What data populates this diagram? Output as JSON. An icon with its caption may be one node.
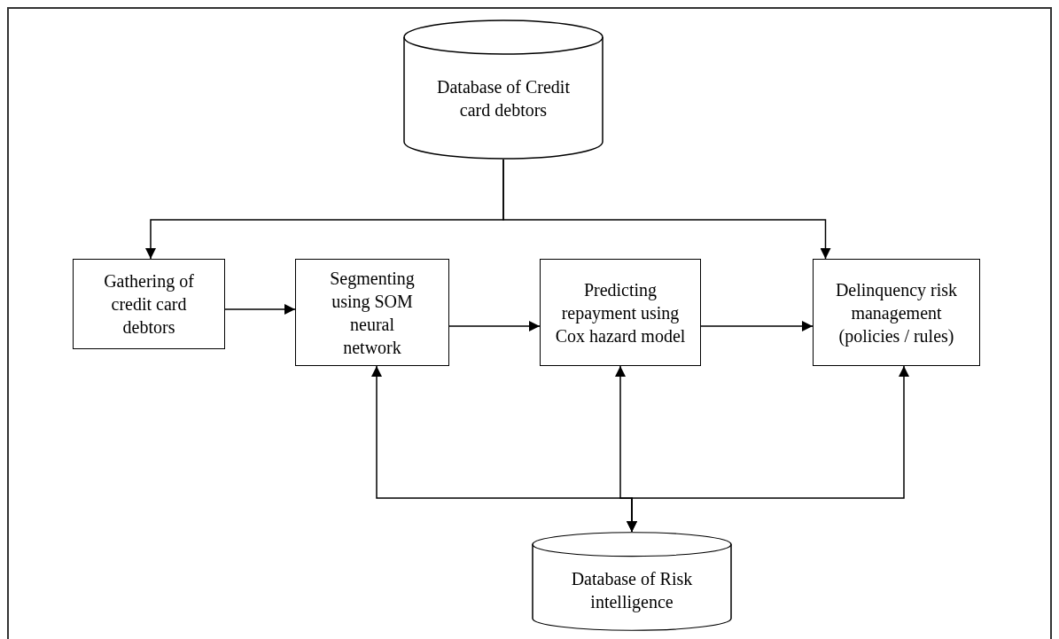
{
  "diagram": {
    "nodes": [
      {
        "text": [
          "Database of Credit card debtors"
        ]
      },
      {
        "text": [
          "Gathering of credit card debtors"
        ]
      },
      {
        "text": [
          "Segmenting using SOM neural network"
        ]
      },
      {
        "text": [
          "Predicting repayment using Cox hazard model"
        ]
      },
      {
        "text": [
          "Delinquency risk management (policies / rules)"
        ]
      },
      {
        "text": [
          "Database of Risk intelligence"
        ]
      }
    ],
    "edges": [
      {
        "from": 0,
        "to": 1,
        "arrow": "to"
      },
      {
        "from": 0,
        "to": 4,
        "arrow": "to"
      },
      {
        "from": 1,
        "to": 2,
        "arrow": "to"
      },
      {
        "from": 2,
        "to": 3,
        "arrow": "to"
      },
      {
        "from": 3,
        "to": 4,
        "arrow": "to"
      },
      {
        "from": 2,
        "to": 5,
        "arrow": "both"
      },
      {
        "from": 3,
        "to": 5,
        "arrow": "both"
      },
      {
        "from": 4,
        "to": 5,
        "arrow": "both"
      }
    ]
  }
}
